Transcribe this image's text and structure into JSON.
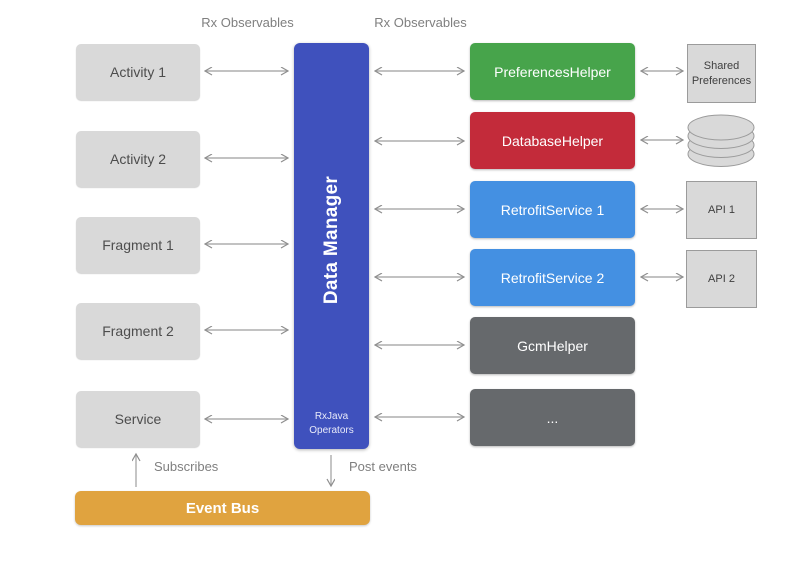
{
  "labels": {
    "rx_observables_left": "Rx Observables",
    "rx_observables_right": "Rx Observables",
    "subscribes": "Subscribes",
    "post_events": "Post events"
  },
  "left_column": {
    "items": [
      {
        "label": "Activity 1"
      },
      {
        "label": "Activity 2"
      },
      {
        "label": "Fragment 1"
      },
      {
        "label": "Fragment 2"
      },
      {
        "label": "Service"
      }
    ]
  },
  "data_manager": {
    "title": "Data Manager",
    "footer": [
      "RxJava",
      "Operators"
    ],
    "color": "#3f51bd"
  },
  "helpers": {
    "items": [
      {
        "label": "PreferencesHelper",
        "color": "#47a44b"
      },
      {
        "label": "DatabaseHelper",
        "color": "#c32b3a"
      },
      {
        "label": "RetrofitService 1",
        "color": "#4490e2"
      },
      {
        "label": "RetrofitService 2",
        "color": "#4490e2"
      },
      {
        "label": "GcmHelper",
        "color": "#66696c"
      },
      {
        "label": "...",
        "color": "#66696c"
      }
    ]
  },
  "externals": {
    "shared_preferences": {
      "label": "Shared Preferences"
    },
    "database": {
      "icon": "database-cylinder-icon"
    },
    "api1": {
      "label": "API 1"
    },
    "api2": {
      "label": "API 2"
    }
  },
  "event_bus": {
    "label": "Event Bus",
    "color": "#e0a33f"
  },
  "ui_colors": {
    "left_box_bg": "#d9d9d9",
    "external_bg": "#d9d9d9",
    "external_border": "#9b9b9b",
    "arrow": "#9e9e9e",
    "label_text": "#7f7f7f"
  }
}
